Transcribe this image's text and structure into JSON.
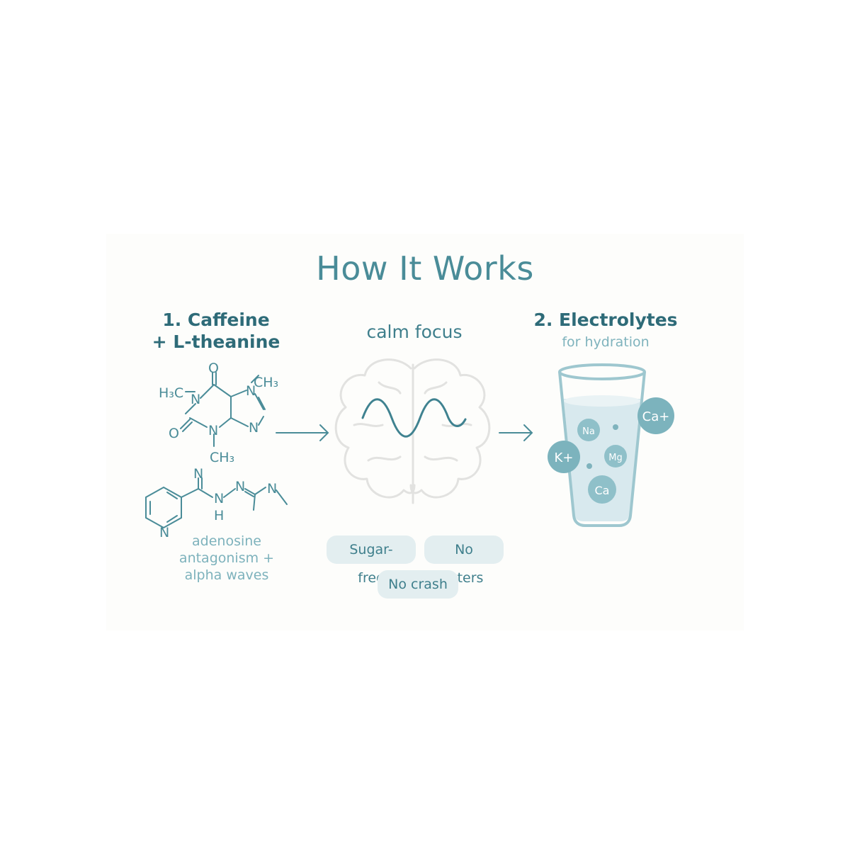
{
  "title": "How It Works",
  "step1": {
    "line1": "1. Caffeine",
    "line2": "+ L-theanine"
  },
  "caffeine_atoms": {
    "h3c": "H₃C",
    "n1": "N",
    "o_top": "O",
    "ch3_top": "CH₃",
    "n7": "N",
    "o_left": "O",
    "n3": "N",
    "n9": "N",
    "ch3_bottom": "CH₃"
  },
  "theanine_atoms": {
    "n_top": "N",
    "n_ring": "N",
    "nh": "N",
    "h": "H",
    "n_mid": "N",
    "n_right": "N"
  },
  "mechanism": {
    "line1": "adenosine",
    "line2": "antagonism +",
    "line3": "alpha waves"
  },
  "center": {
    "label": "calm focus"
  },
  "benefits": [
    "Sugar-free",
    "No jitters",
    "No crash"
  ],
  "step2": {
    "title": "2. Electrolytes",
    "subtitle": "for hydration"
  },
  "ions": {
    "na": "Na",
    "ca_outside": "Ca+",
    "k": "K+",
    "mg": "Mg",
    "ca_inside": "Ca"
  },
  "colors": {
    "teal_dark": "#2e6b78",
    "teal": "#4a8c98",
    "teal_light": "#7db2bc",
    "pill_bg": "#e3eef0",
    "brain_gray": "#e2e2e0"
  }
}
